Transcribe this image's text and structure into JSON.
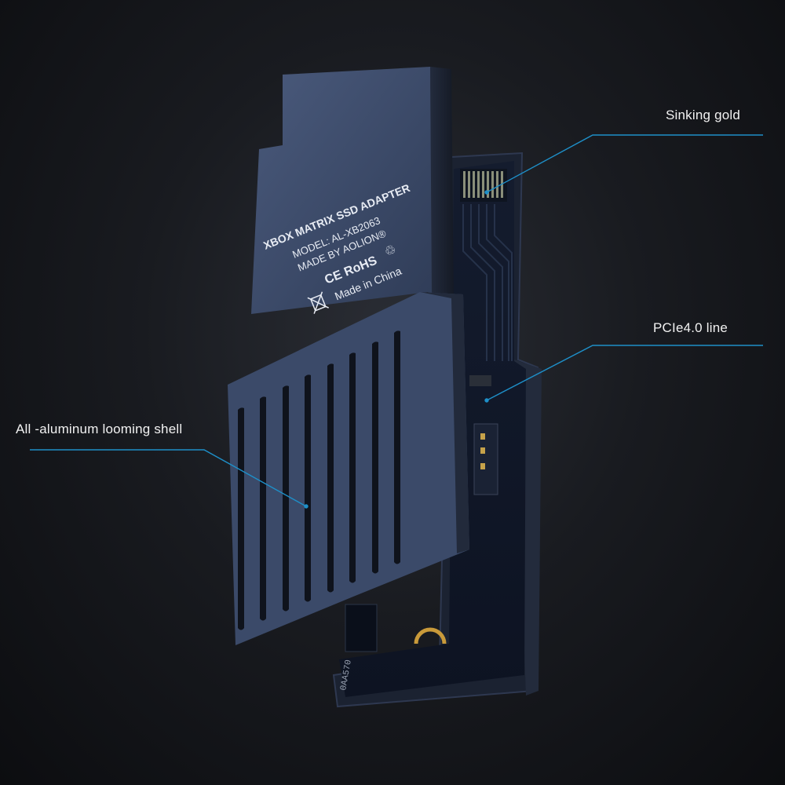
{
  "callouts": {
    "sinking_gold": "Sinking gold",
    "pcie_line": "PCIe4.0 line",
    "shell": "All -aluminum looming shell"
  },
  "product_label": {
    "line1": "XBOX MATRIX SSD ADAPTER",
    "line2": "MODEL: AL-XB2063",
    "line3": "MADE BY AOLION®",
    "line4": "CE RoHS",
    "line5": "Made in China"
  },
  "pcb_serial": "0AA570",
  "colors": {
    "shell": "#3a4a6a",
    "callout_line": "#1e8fc8",
    "background": "#16181c"
  }
}
